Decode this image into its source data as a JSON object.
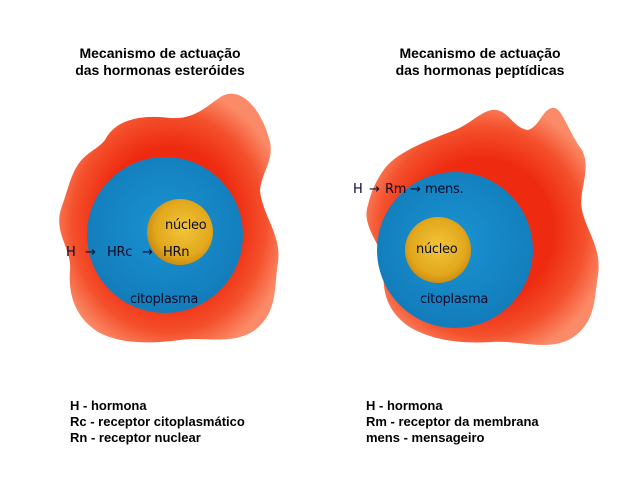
{
  "colors": {
    "cell_red": "#ee2a10",
    "cytoplasm_blue": "#1889c8",
    "nucleus_gold": "#e2a81c"
  },
  "left": {
    "title_line1": "Mecanismo de actuação",
    "title_line2": "das hormonas esteróides",
    "nucleus_label": "núcleo",
    "cytoplasm_label": "citoplasma",
    "pathway": [
      "H",
      "→",
      "HRc",
      "→",
      "HRn"
    ],
    "legend": [
      "H - hormona",
      "Rc - receptor citoplasmático",
      "Rn - receptor nuclear"
    ]
  },
  "right": {
    "title_line1": "Mecanismo de actuação",
    "title_line2": "das hormonas peptídicas",
    "nucleus_label": "núcleo",
    "cytoplasm_label": "citoplasma",
    "pathway": [
      "H",
      "→",
      "Rm",
      "→",
      "mens."
    ],
    "legend": [
      "H - hormona",
      "Rm - receptor da membrana",
      "mens - mensageiro"
    ]
  }
}
